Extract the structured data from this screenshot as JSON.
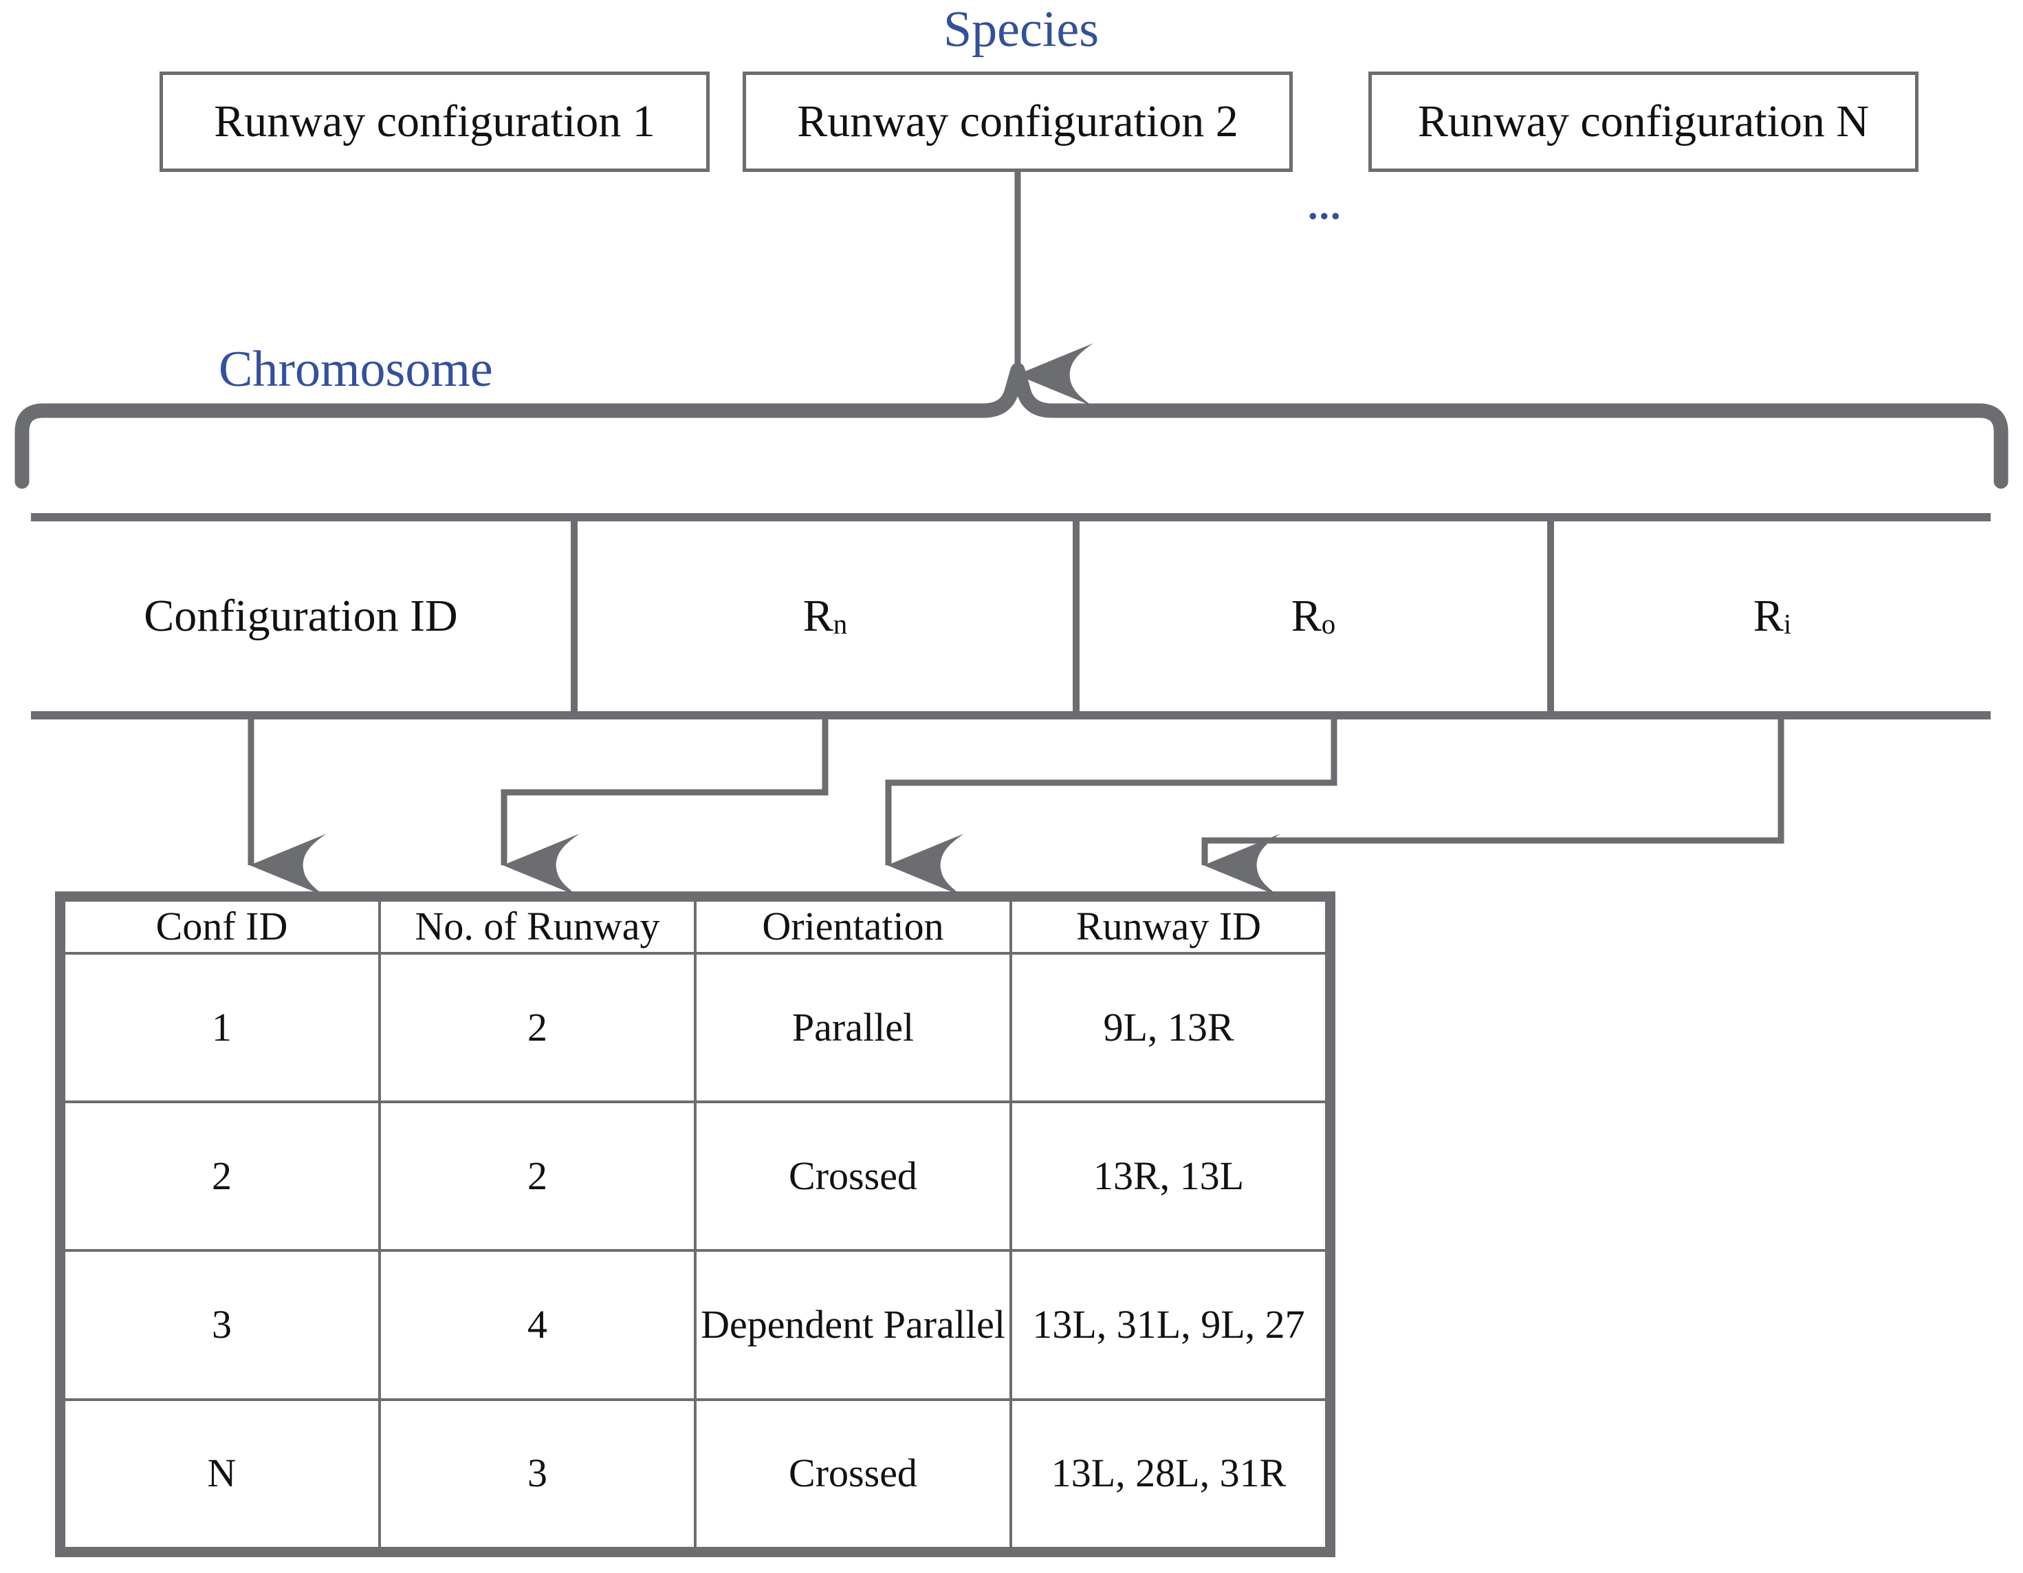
{
  "labels": {
    "species": "Species",
    "chromosome": "Chromosome",
    "ellipsis": "..."
  },
  "colors": {
    "label_blue": "#33509B",
    "line_gray": "#6b6d70",
    "text_black": "#111111",
    "background": "#ffffff"
  },
  "species_boxes": [
    {
      "label": "Runway configuration 1"
    },
    {
      "label": "Runway configuration 2"
    },
    {
      "label": "Runway configuration N"
    }
  ],
  "chromosome_cells": [
    {
      "label": "Configuration ID",
      "base": "Configuration ID",
      "sub": ""
    },
    {
      "label": "Rn",
      "base": "R",
      "sub": "n"
    },
    {
      "label": "Ro",
      "base": "R",
      "sub": "o"
    },
    {
      "label": "Ri",
      "base": "R",
      "sub": "i"
    }
  ],
  "table": {
    "headers": [
      "Conf ID",
      "No. of Runway",
      "Orientation",
      "Runway ID"
    ],
    "rows": [
      {
        "conf_id": "1",
        "no_of_runway": "2",
        "orientation": "Parallel",
        "runway_id": "9L, 13R"
      },
      {
        "conf_id": "2",
        "no_of_runway": "2",
        "orientation": "Crossed",
        "runway_id": "13R, 13L"
      },
      {
        "conf_id": "3",
        "no_of_runway": "4",
        "orientation": "Dependent Parallel",
        "runway_id": "13L, 31L, 9L, 27"
      },
      {
        "conf_id": "N",
        "no_of_runway": "3",
        "orientation": "Crossed",
        "runway_id": "13L, 28L, 31R"
      }
    ]
  }
}
